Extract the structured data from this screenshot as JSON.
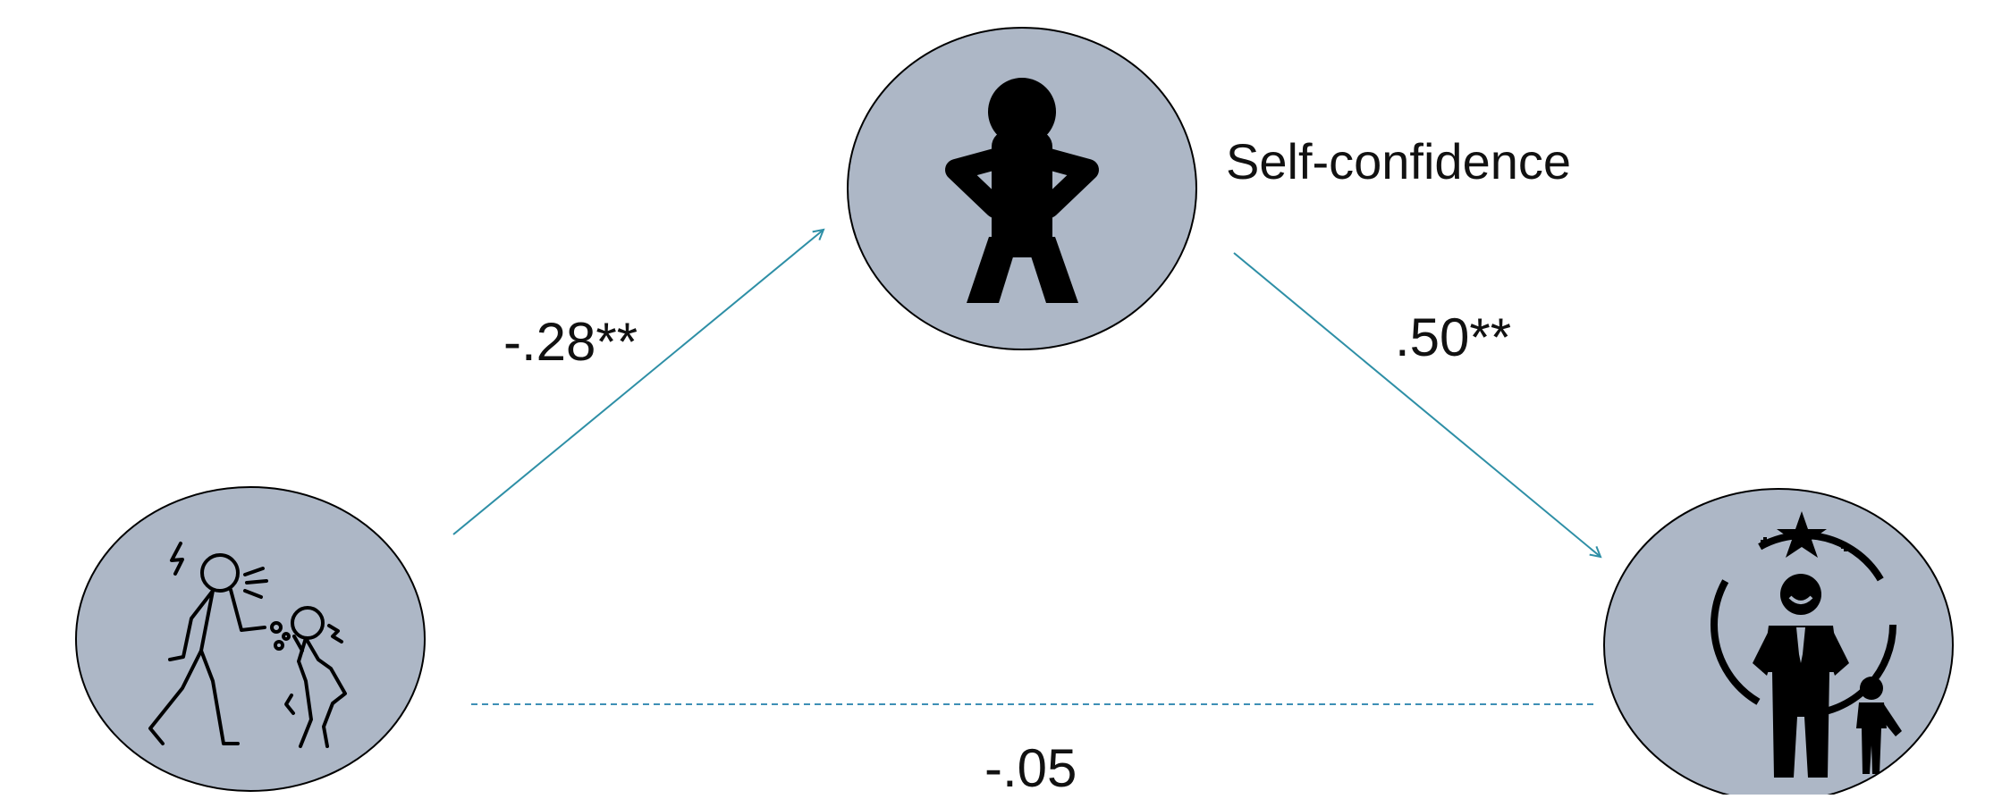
{
  "mediator": {
    "label": "Self-confidence",
    "icon": "standing-person-icon"
  },
  "predictor": {
    "icon": "bullying-people-icon"
  },
  "outcome": {
    "icon": "parent-with-child-star-icon"
  },
  "paths": {
    "a": {
      "coefficient": "-.28**",
      "style": "solid"
    },
    "b": {
      "coefficient": ".50**",
      "style": "solid"
    },
    "c_prime": {
      "coefficient": "-.05",
      "style": "dashed"
    }
  },
  "colors": {
    "node_fill": "#adb7c6",
    "node_stroke": "#000000",
    "arrow": "#2e8fa6",
    "dashed_line": "#3d8fb5",
    "text": "#111111"
  }
}
